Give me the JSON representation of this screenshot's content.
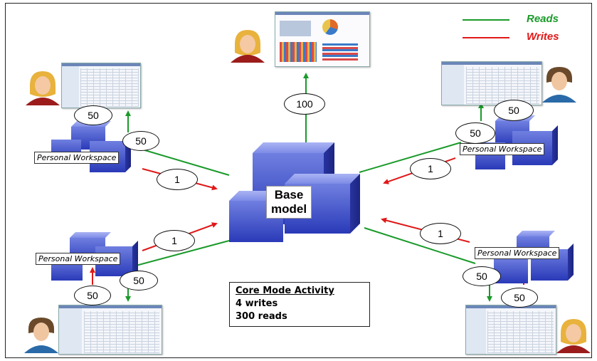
{
  "legend": {
    "reads_label": "Reads",
    "writes_label": "Writes",
    "reads_color": "#1a9a2a",
    "writes_color": "#e01818"
  },
  "base_model": {
    "line1": "Base",
    "line2": "model"
  },
  "workspace_label": "Personal Workspace",
  "flows": {
    "top_read": "100",
    "tl_write": "50",
    "tl_read": "50",
    "tl_base_write": "1",
    "tr_write": "50",
    "tr_read": "50",
    "tr_base_write": "1",
    "bl_base_write": "1",
    "bl_read_a": "50",
    "bl_read_b": "50",
    "br_base_write": "1",
    "br_read": "50",
    "br_write": "50"
  },
  "activity": {
    "title": "Core Mode Activity",
    "line1": "4 writes",
    "line2": "300 reads"
  },
  "icons": [
    "user-female-icon",
    "user-male-icon",
    "spreadsheet-screenshot-icon",
    "dashboard-screenshot-icon",
    "cube-stack-icon"
  ]
}
